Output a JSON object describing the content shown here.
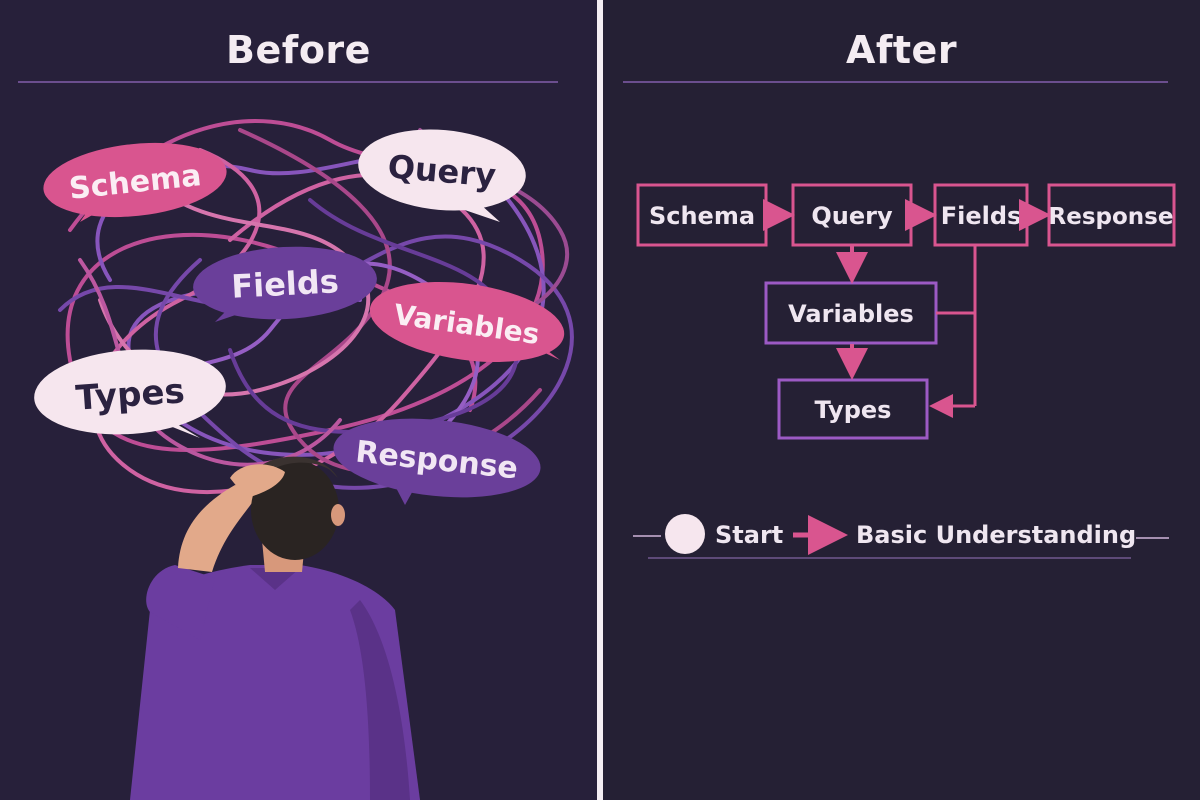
{
  "before": {
    "title": "Before",
    "bubbles": {
      "schema": "Schema",
      "query": "Query",
      "fields": "Fields",
      "variables": "Variables",
      "types": "Types",
      "response": "Response"
    }
  },
  "after": {
    "title": "After",
    "nodes": {
      "schema": "Schema",
      "query": "Query",
      "fields": "Fields",
      "response": "Response",
      "variables": "Variables",
      "types": "Types"
    },
    "progress": {
      "start": "Start",
      "end": "Basic Understanding"
    }
  },
  "colors": {
    "background": "#262036",
    "pink": "#d9558f",
    "purple": "#6a3f9a",
    "cream": "#f6e6ee",
    "text_light": "#f4ecf2"
  }
}
